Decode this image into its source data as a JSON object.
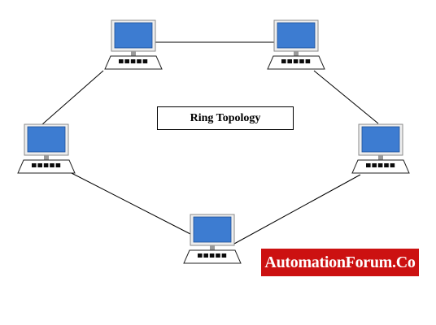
{
  "diagram": {
    "title": "Ring Topology",
    "node_icon": "computer-icon",
    "nodes": [
      {
        "id": "top-left"
      },
      {
        "id": "top-right"
      },
      {
        "id": "left"
      },
      {
        "id": "right"
      },
      {
        "id": "bottom"
      }
    ],
    "links": [
      {
        "from": "top-left",
        "to": "top-right"
      },
      {
        "from": "top-right",
        "to": "right"
      },
      {
        "from": "right",
        "to": "bottom"
      },
      {
        "from": "bottom",
        "to": "left"
      },
      {
        "from": "left",
        "to": "top-left"
      }
    ],
    "colors": {
      "screen": "#3d7cd1",
      "monitor_frame": "#eeeeee",
      "keyboard": "#0b0b0b",
      "line": "#000000"
    }
  },
  "watermark": {
    "text": "AutomationForum.Co",
    "background": "#cc1111",
    "color": "#ffffff"
  }
}
